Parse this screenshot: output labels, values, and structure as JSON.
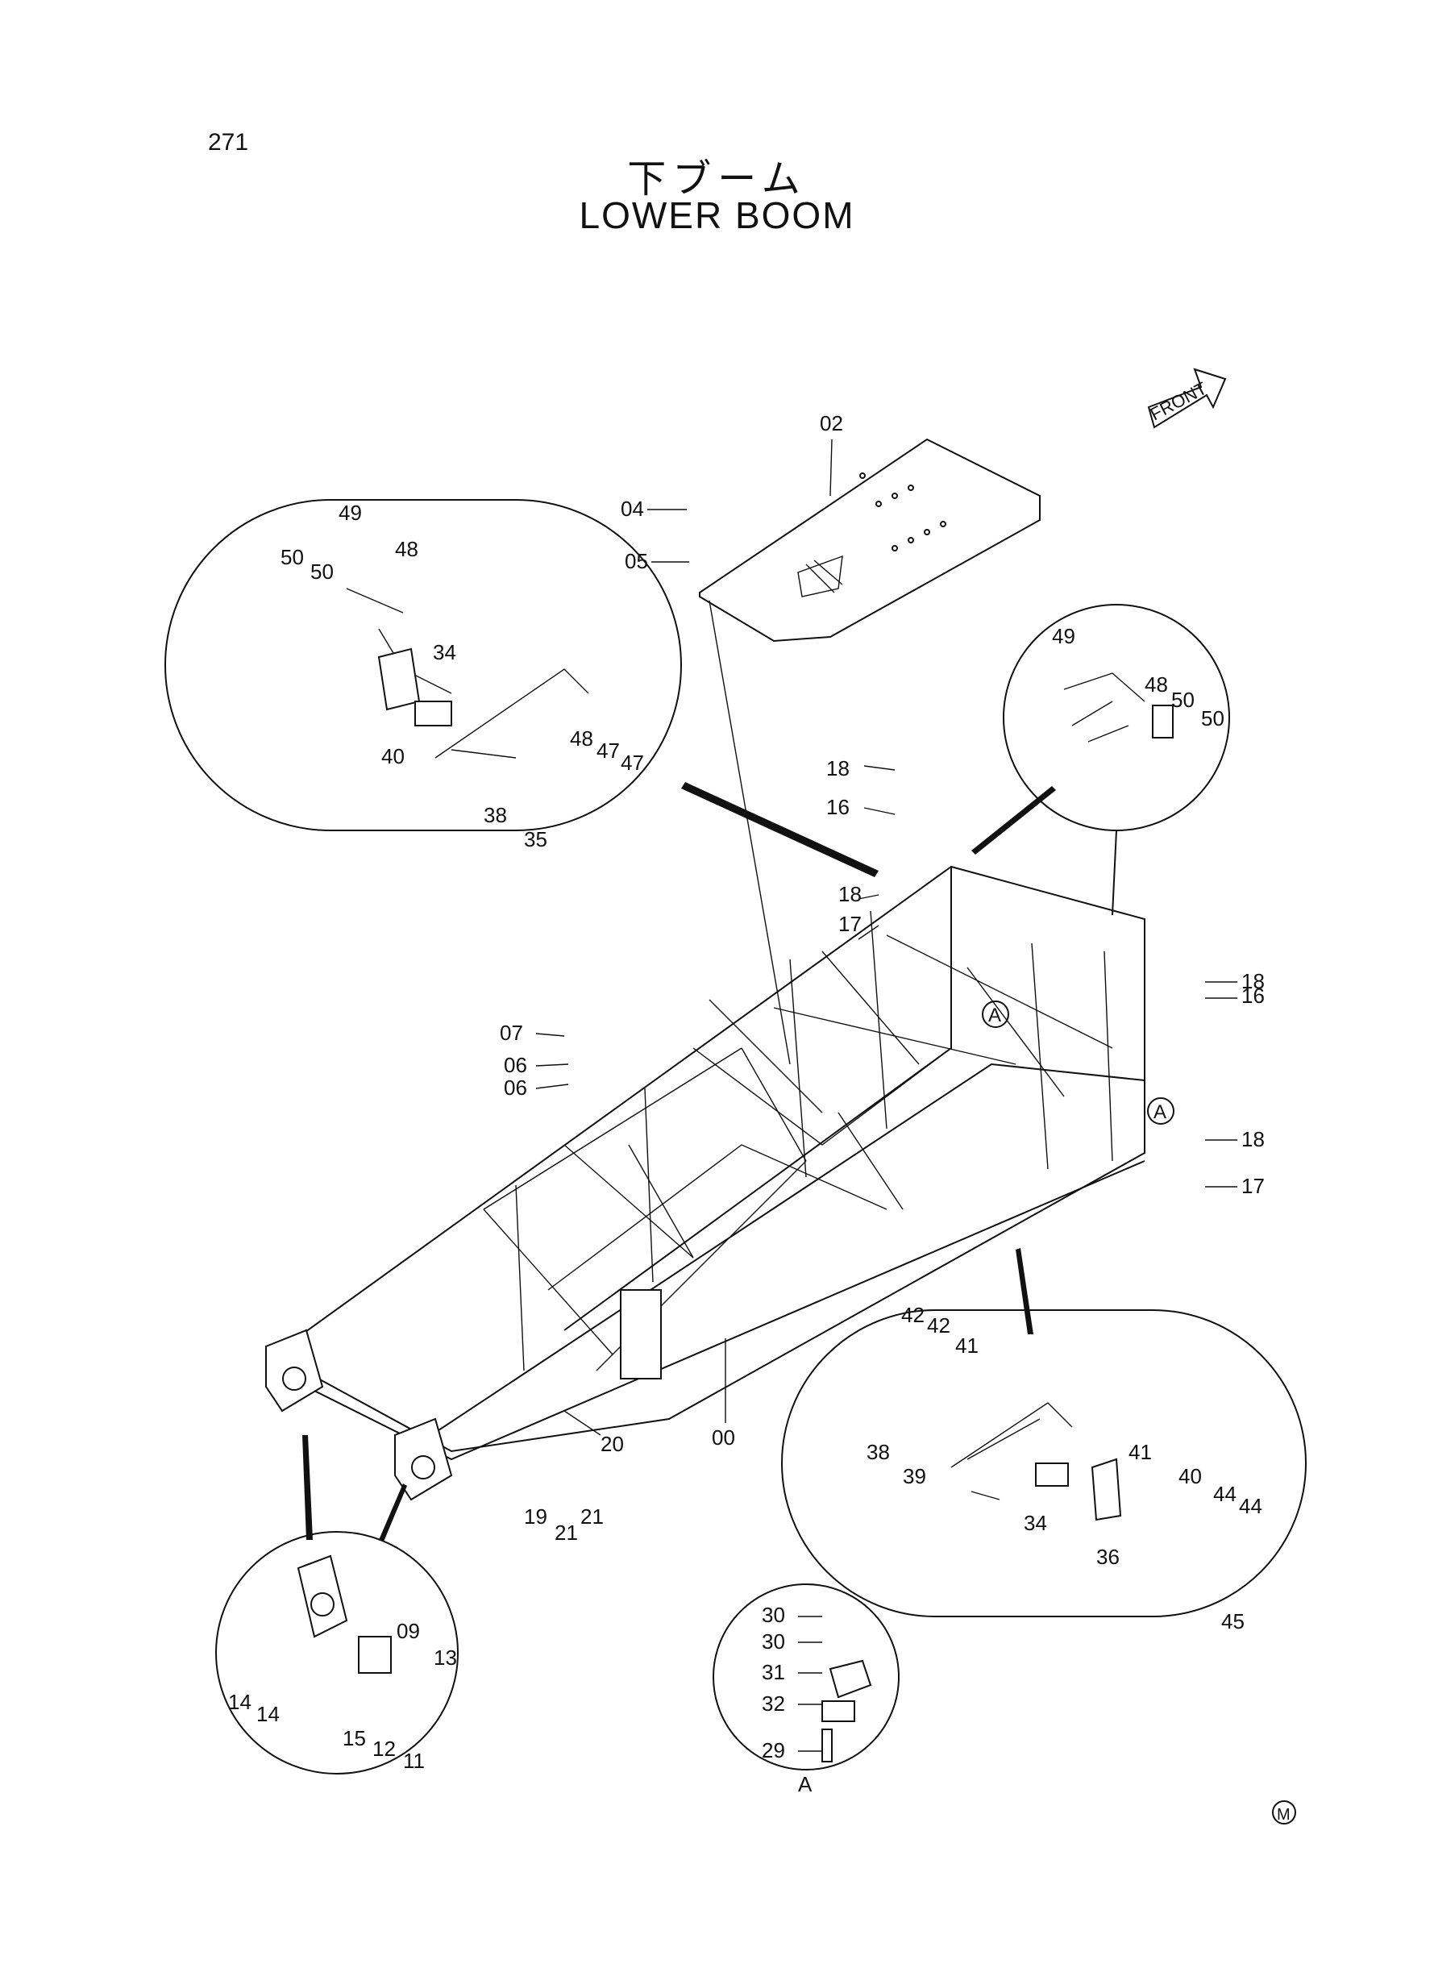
{
  "page_number": "271",
  "title_jp": "下ブーム",
  "title_en": "LOWER BOOM",
  "front_label": "FRONT",
  "detail_ref_label": "A",
  "mark": "M",
  "part_numbers": [
    "00",
    "02",
    "04",
    "05",
    "06",
    "07",
    "09",
    "11",
    "12",
    "13",
    "14",
    "15",
    "16",
    "17",
    "18",
    "19",
    "20",
    "21",
    "29",
    "30",
    "31",
    "32",
    "34",
    "35",
    "36",
    "38",
    "39",
    "40",
    "41",
    "42",
    "44",
    "45",
    "47",
    "48",
    "49",
    "50"
  ]
}
